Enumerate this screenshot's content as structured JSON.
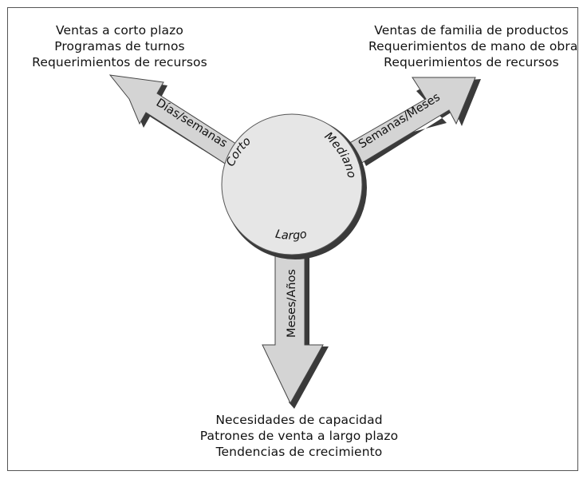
{
  "top_left": {
    "lines": [
      "Ventas a corto plazo",
      "Programas de turnos",
      "Requerimientos de recursos"
    ]
  },
  "top_right": {
    "lines": [
      "Ventas de familia de productos",
      "Requerimientos de mano de obra",
      "Requerimientos de recursos"
    ]
  },
  "bottom": {
    "lines": [
      "Necesidades de capacidad",
      "Patrones de venta a largo plazo",
      "Tendencias de crecimiento"
    ]
  },
  "arrows": {
    "left": "Días/semanas",
    "right": "Semanas/Meses",
    "down": "Meses/Años"
  },
  "circle": {
    "short": "Corto",
    "medium": "Mediano",
    "long": "Largo"
  },
  "colors": {
    "arrow_fill": "#d4d4d4",
    "circle_fill": "#e6e6e6",
    "shadow": "#3a3a3a",
    "outline": "#444444"
  }
}
